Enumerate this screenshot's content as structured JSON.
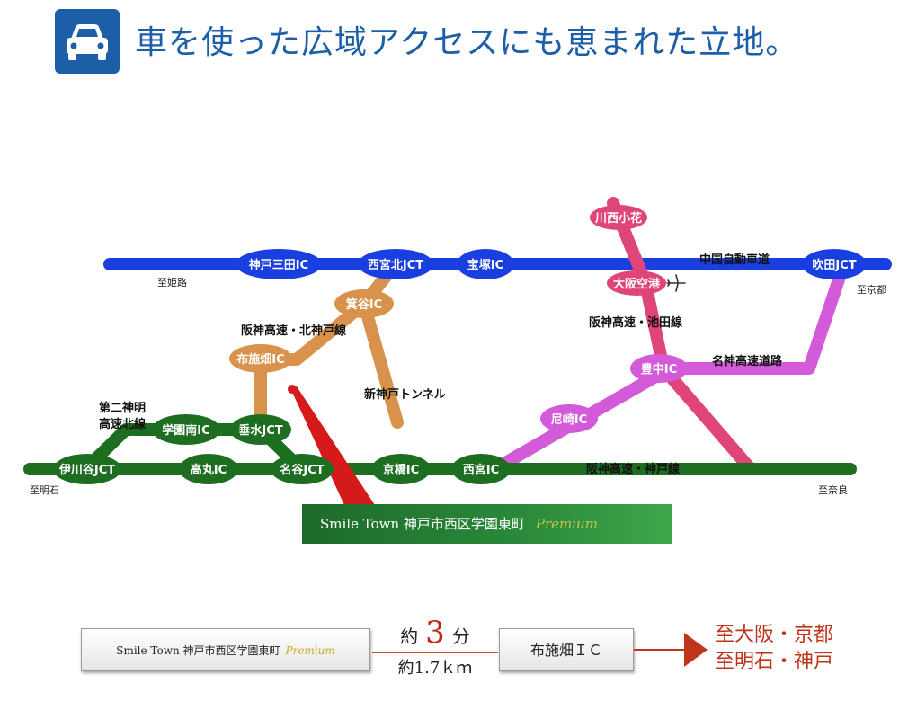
{
  "header": {
    "title": "車を使った広域アクセスにも恵まれた立地。",
    "icon": "car-icon",
    "accent_color": "#1d5ea8"
  },
  "roads": {
    "chugoku": "中国自動車道",
    "hanshin_kitakobe": "阪神高速・北神戸線",
    "shin_kobe_tunnel": "新神戸トンネル",
    "daini_shinmei_line1": "第二神明",
    "daini_shinmei_line2": "高速北線",
    "hanshin_ikeda": "阪神高速・池田線",
    "meishin": "名神高速道路",
    "hanshin_kobe": "阪神高速・神戸線"
  },
  "nodes": {
    "kobe_sanda": "神戸三田IC",
    "nishinomiya_kita": "西宮北JCT",
    "takarazuka": "宝塚IC",
    "suita": "吹田JCT",
    "minoya": "箕谷IC",
    "fuseibata": "布施畑IC",
    "gakuenminami": "学園南IC",
    "tarumi": "垂水JCT",
    "ikawadani": "伊川谷JCT",
    "takamaru": "高丸IC",
    "meiya": "名谷JCT",
    "kyobashi": "京橋IC",
    "nishinomiya": "西宮IC",
    "amagasaki": "尼崎IC",
    "toyonaka": "豊中IC",
    "kawanishi_obana": "川西小花",
    "osaka_airport": "大阪空港"
  },
  "directions": {
    "himeji": "至姫路",
    "kyoto": "至京都",
    "akashi": "至明石",
    "nara": "至奈良"
  },
  "banner": {
    "name": "Smile Town 神戸市西区学園東町",
    "premium": "Premium"
  },
  "route": {
    "origin": "Smile Town 神戸市西区学園東町",
    "origin_premium": "Premium",
    "time_prefix": "約",
    "time_value": "3",
    "time_unit": "分",
    "distance": "約1.7ｋｍ",
    "ic": "布施畑ＩＣ",
    "dest_line1": "至大阪・京都",
    "dest_line2": "至明石・神戸"
  },
  "colors": {
    "chugoku_blue": "#1a3fe0",
    "green": "#1e6e22",
    "orange": "#d9924b",
    "pink": "#e0457a",
    "purple": "#d35ad8",
    "red_marker": "#d41a1a"
  }
}
